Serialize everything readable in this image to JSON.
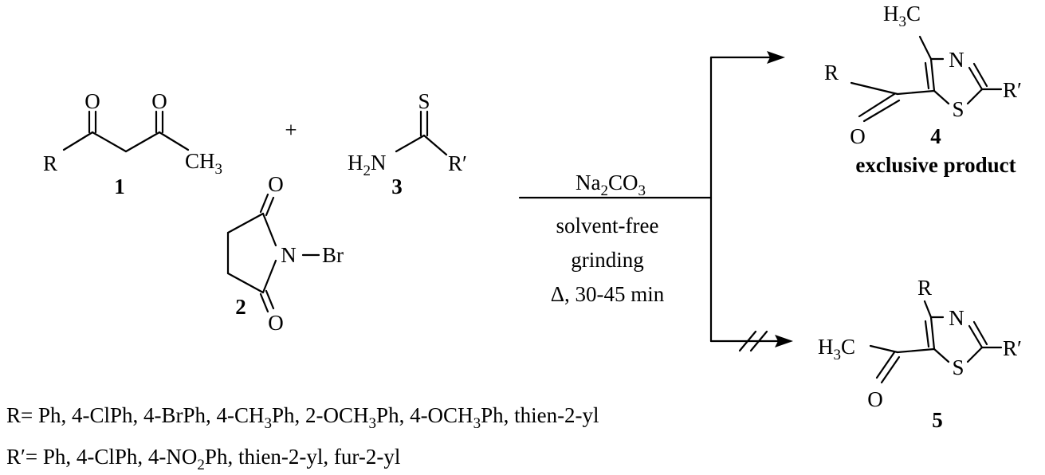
{
  "compounds": {
    "c1": {
      "label": "1",
      "atom_o1": "O",
      "atom_o2": "O",
      "atom_r": "R",
      "atom_ch3_main": "CH",
      "atom_ch3_sub": "3"
    },
    "c2": {
      "label": "2",
      "atom_o_top": "O",
      "atom_o_bottom": "O",
      "atom_n": "N",
      "atom_br": "Br"
    },
    "c3": {
      "label": "3",
      "atom_s": "S",
      "atom_h": "H",
      "atom_h_sub": "2",
      "atom_n": "N",
      "atom_r": "R′"
    },
    "c4": {
      "label": "4",
      "atom_h": "H",
      "atom_h_sub": "3",
      "atom_c": "C",
      "atom_n": "N",
      "atom_s": "S",
      "atom_r": "R",
      "atom_o": "O",
      "atom_rp": "R′",
      "note": "exclusive product"
    },
    "c5": {
      "label": "5",
      "atom_r": "R",
      "atom_n": "N",
      "atom_s": "S",
      "atom_h": "H",
      "atom_h_sub": "3",
      "atom_c": "C",
      "atom_o": "O",
      "atom_rp": "R′"
    }
  },
  "plus_sign": "+",
  "conditions": {
    "reagent_main": "Na",
    "reagent_sub1": "2",
    "reagent_mid": "CO",
    "reagent_sub2": "3",
    "line1": "solvent-free",
    "line2": "grinding",
    "line3": "Δ, 30-45 min"
  },
  "substituents": {
    "r_list_a": "R= Ph, 4-ClPh, 4-BrPh, 4-CH",
    "r_list_sub1": "3",
    "r_list_b": "Ph, 2-OCH",
    "r_list_sub2": "3",
    "r_list_c": "Ph, 4-OCH",
    "r_list_sub3": "3",
    "r_list_d": "Ph, thien-2-yl",
    "rp_list_a": "R′= Ph, 4-ClPh, 4-NO",
    "rp_list_sub": "2",
    "rp_list_b": "Ph, thien-2-yl, fur-2-yl"
  }
}
